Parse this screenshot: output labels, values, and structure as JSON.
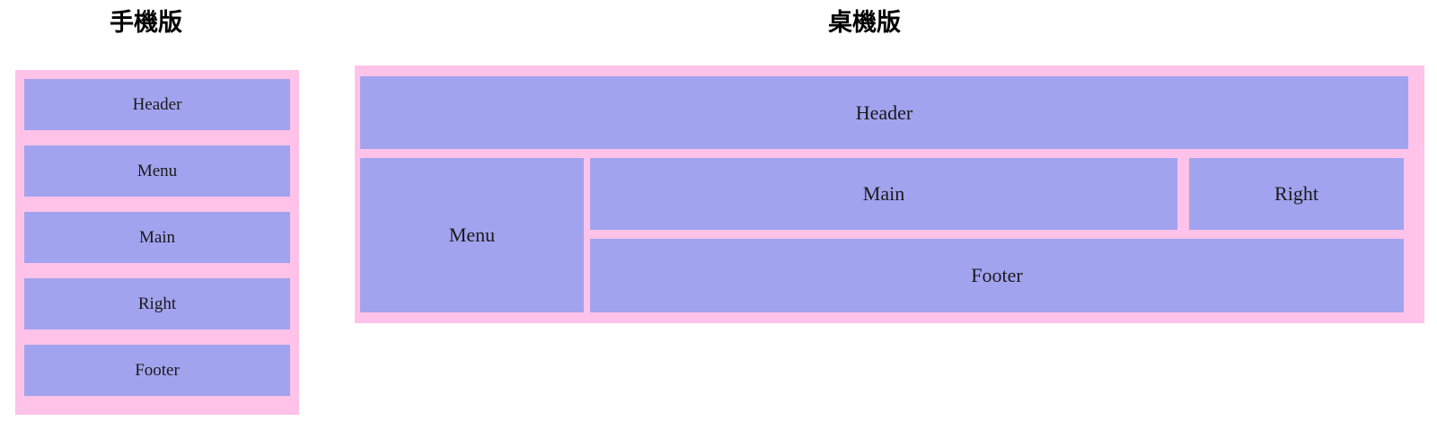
{
  "page": {
    "background_color": "#ffffff",
    "block_color": "#a2a3ef",
    "frame_color": "#ffc2e8"
  },
  "mobile": {
    "title": "手機版",
    "blocks": [
      {
        "label": "Header"
      },
      {
        "label": "Menu"
      },
      {
        "label": "Main"
      },
      {
        "label": "Right"
      },
      {
        "label": "Footer"
      }
    ]
  },
  "desktop": {
    "title": "桌機版",
    "blocks": [
      {
        "label": "Header"
      },
      {
        "label": "Menu"
      },
      {
        "label": "Main"
      },
      {
        "label": "Right"
      },
      {
        "label": "Footer"
      }
    ]
  }
}
